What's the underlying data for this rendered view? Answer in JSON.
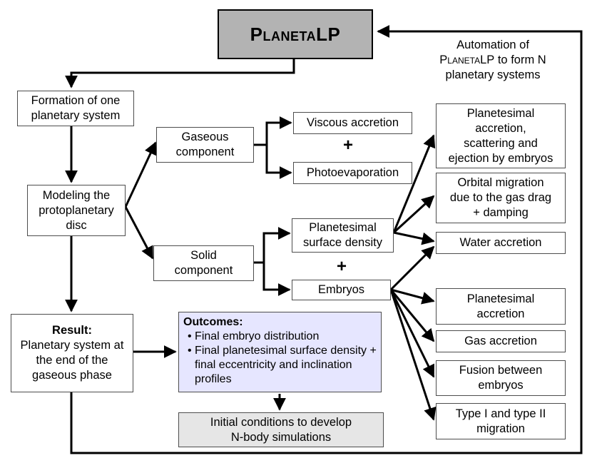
{
  "title": {
    "main": "PlanetaLP"
  },
  "automation_note": {
    "line1": "Automation of",
    "line2a": "PlanetaLP",
    "line2b": " to form N",
    "line3": "planetary systems"
  },
  "formation": {
    "line1": "Formation of one",
    "line2": "planetary system"
  },
  "modeling": {
    "line1": "Modeling the",
    "line2": "protoplanetary",
    "line3": "disc"
  },
  "result": {
    "heading": "Result:",
    "line1": "Planetary system at",
    "line2": "the end of the",
    "line3": "gaseous phase"
  },
  "gaseous": {
    "line1": "Gaseous",
    "line2": "component"
  },
  "solid": {
    "line1": "Solid",
    "line2": "component"
  },
  "viscous": {
    "label": "Viscous accretion"
  },
  "photoevap": {
    "label": "Photoevaporation"
  },
  "plus_sign": "+",
  "planetesimal_density": {
    "line1": "Planetesimal",
    "line2": "surface density"
  },
  "embryos": {
    "label": "Embryos"
  },
  "right_boxes": {
    "p_accretion_scatter": {
      "line1": "Planetesimal",
      "line2": "accretion,",
      "line3": "scattering and",
      "line4": "ejection by embryos"
    },
    "orbital_migration": {
      "line1": "Orbital migration",
      "line2": "due to the gas drag",
      "line3": "+ damping"
    },
    "water_accretion": {
      "label": "Water accretion"
    },
    "p_accretion": {
      "line1": "Planetesimal",
      "line2": "accretion"
    },
    "gas_accretion": {
      "label": "Gas accretion"
    },
    "fusion": {
      "line1": "Fusion between",
      "line2": "embryos"
    },
    "migration": {
      "line1": "Type I and type II",
      "line2": "migration"
    }
  },
  "outcomes": {
    "heading": "Outcomes:",
    "item1": "Final embryo distribution",
    "item2": "Final planetesimal surface density + final eccentricity and inclination profiles"
  },
  "initial_conditions": {
    "line1": "Initial conditions to develop",
    "line2": "N-body simulations"
  }
}
